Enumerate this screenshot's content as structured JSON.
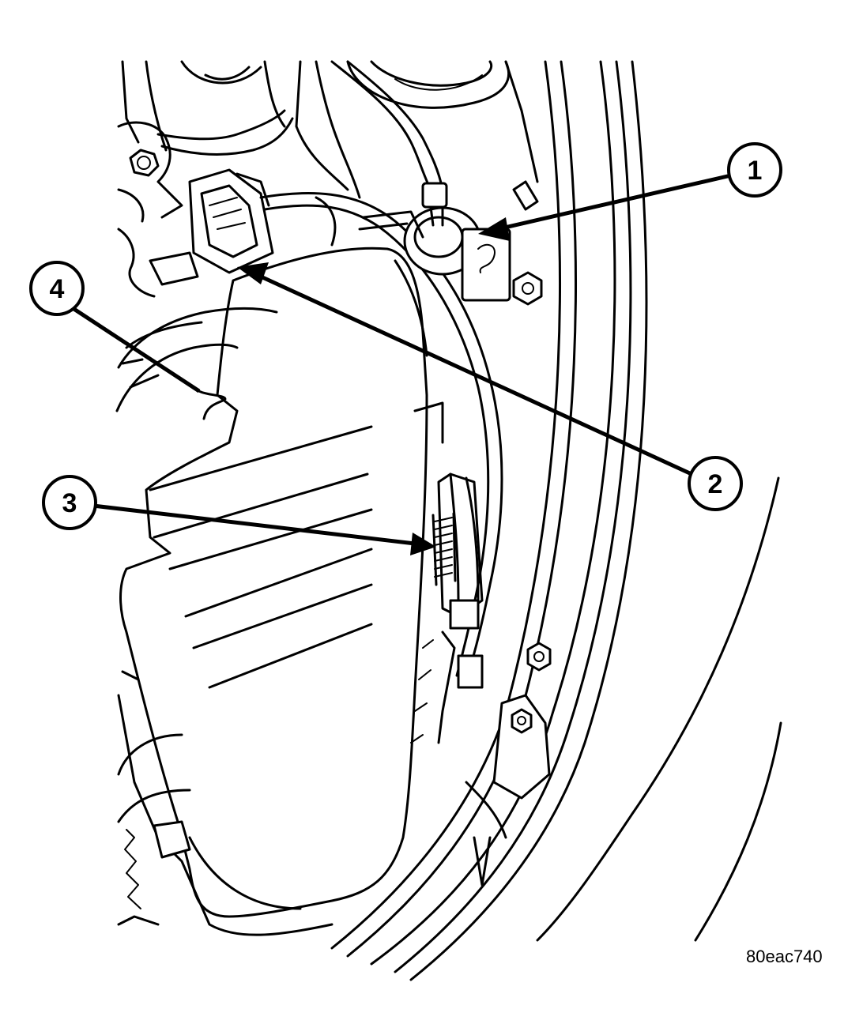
{
  "callouts": [
    {
      "label": "1"
    },
    {
      "label": "2"
    },
    {
      "label": "3"
    },
    {
      "label": "4"
    }
  ],
  "figure_id": "80eac740"
}
